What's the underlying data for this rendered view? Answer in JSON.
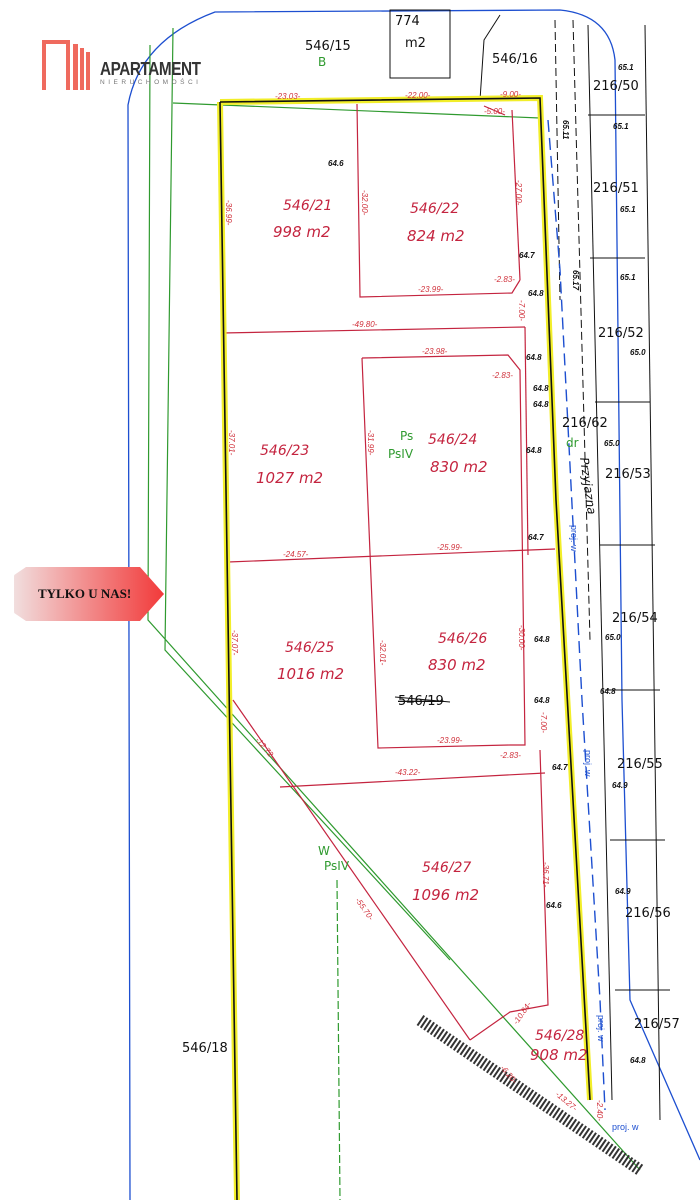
{
  "logo": {
    "title": "APARTAMENT",
    "subtitle": "NIERUCHOMOŚCI",
    "color": "#ef6a5e"
  },
  "badge": {
    "text": "TYLKO U NAS!"
  },
  "parcels": [
    {
      "number": "546/21",
      "area": "998 m2"
    },
    {
      "number": "546/22",
      "area": "824 m2"
    },
    {
      "number": "546/23",
      "area": "1027 m2"
    },
    {
      "number": "546/24",
      "area": "830 m2"
    },
    {
      "number": "546/25",
      "area": "1016 m2"
    },
    {
      "number": "546/26",
      "area": "830 m2"
    },
    {
      "number": "546/27",
      "area": "1096 m2"
    },
    {
      "number": "546/28",
      "area": "908 m2"
    }
  ],
  "dimensions": [
    "-23.03-",
    "-22.00-",
    "-9.00-",
    "-5.00-",
    "-36.99-",
    "-32.00-",
    "-27.00-",
    "-23.99-",
    "-2.83-",
    "-7.00-",
    "-49.80-",
    "-23.98-",
    "-2.83-",
    "-37.01-",
    "-31.99-",
    "-24.57-",
    "-25.99-",
    "-37.07-",
    "-32.01-",
    "-30.00-",
    "-23.99-",
    "-2.83-",
    "-7.00-",
    "-43.22-",
    "-12.72-",
    "-55.70-",
    "-36.71-",
    "-10.84-",
    "-6.20-",
    "-13.27-",
    "-2.40-"
  ],
  "neighbors": [
    "546/15",
    "546/16",
    "216/50",
    "216/51",
    "216/52",
    "216/62",
    "216/53",
    "216/54",
    "216/55",
    "216/56",
    "216/57",
    "546/18",
    "546/19"
  ],
  "building": {
    "area_value": "774",
    "area_unit": "m2"
  },
  "land_use": {
    "top": "B",
    "mid_1": "Ps",
    "mid_2": "PsIV",
    "low_1": "W",
    "low_2": "PsIV",
    "road_code": "dr"
  },
  "street": "Przyjazna",
  "utility_labels": [
    "proj. w",
    "proj. w",
    "proj. w",
    "proj. w"
  ],
  "elevations": [
    "64.6",
    "64.7",
    "64.8",
    "64.8",
    "64.8",
    "64.8",
    "64.7",
    "64.8",
    "64.8",
    "64.7",
    "64.6",
    "65.1",
    "65.1",
    "65.1",
    "65.1",
    "65.0",
    "65.0",
    "65.0",
    "64.9",
    "64.8",
    "64.8",
    "64.9",
    "64.8",
    "65.11",
    "65.17"
  ],
  "colors": {
    "boundary": "#f2ee2a",
    "parcel": "#c4243f",
    "green": "#2f9a2f",
    "blue": "#1d4fd0"
  }
}
